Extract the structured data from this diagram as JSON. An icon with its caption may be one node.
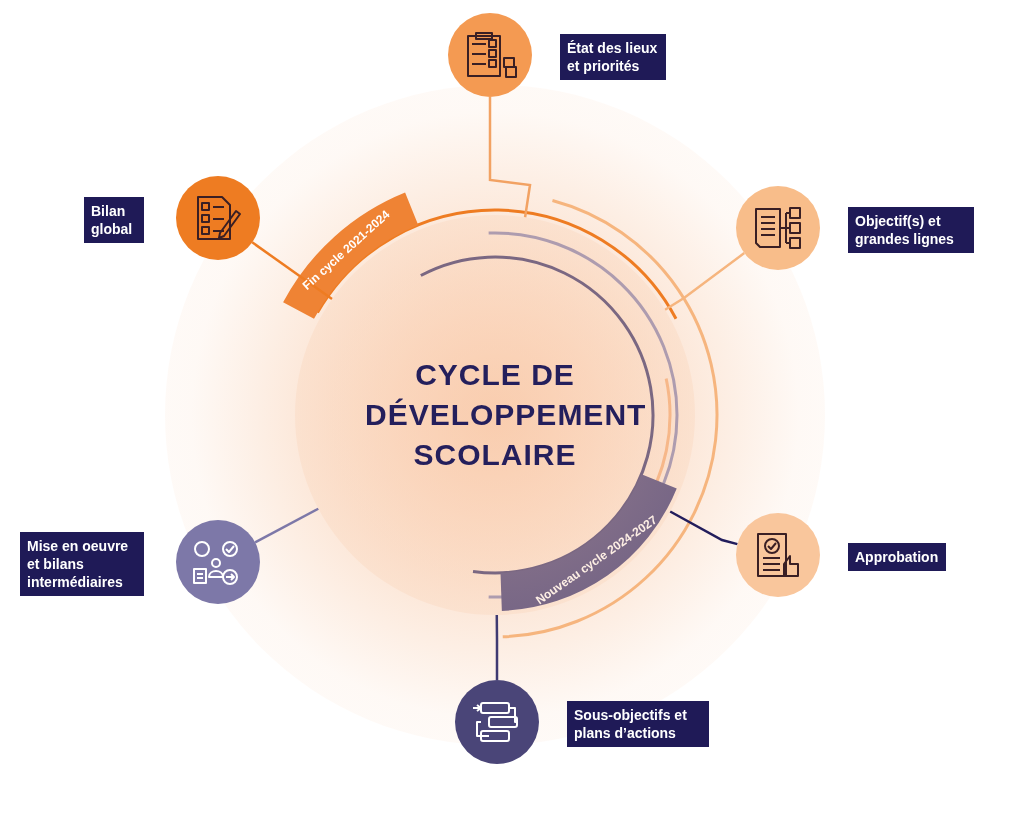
{
  "diagram": {
    "nodes": [
      {
        "text": [
          "CYCLE DE DÉVELOPPEMENT SCOLAIRE"
        ]
      },
      {
        "text": [
          "État des lieux et priorités"
        ]
      },
      {
        "text": [
          "Objectif(s) et grandes lignes"
        ]
      },
      {
        "text": [
          "Approbation"
        ]
      },
      {
        "text": [
          "Sous-objectifs et plans d’actions"
        ]
      },
      {
        "text": [
          "Mise en oeuvre et bilans intermédiaires"
        ]
      },
      {
        "text": [
          "Bilan global"
        ]
      }
    ],
    "edges": [
      {
        "from": 1,
        "to": 0,
        "arrow": "none",
        "color": "#f2a263"
      },
      {
        "from": 2,
        "to": 0,
        "arrow": "none",
        "color": "#f6b57e"
      },
      {
        "from": 3,
        "to": 0,
        "arrow": "none",
        "color": "#221d5c"
      },
      {
        "from": 4,
        "to": 0,
        "arrow": "none",
        "color": "#3f3a72"
      },
      {
        "from": 5,
        "to": 0,
        "arrow": "none",
        "color": "#7d78a8"
      },
      {
        "from": 6,
        "to": 0,
        "arrow": "none",
        "color": "#ee7c22"
      }
    ],
    "labels": [
      "Fin cycle 2021-2024",
      "Nouveau cycle 2024-2027"
    ]
  }
}
